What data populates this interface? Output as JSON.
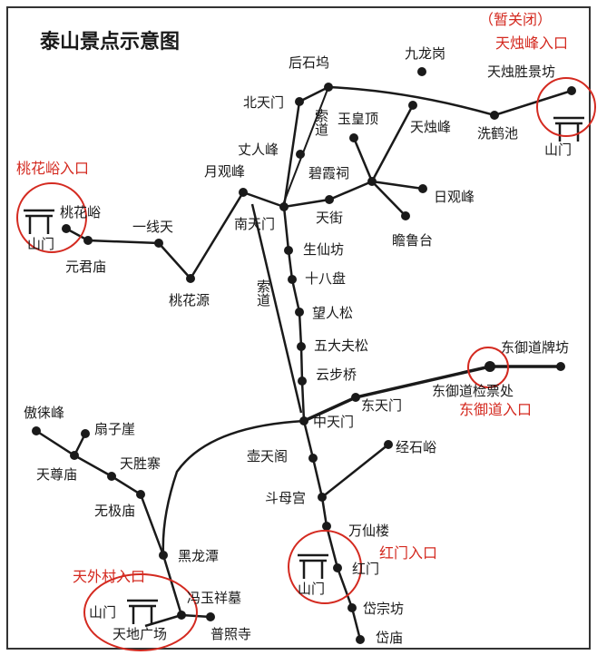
{
  "title": "泰山景点示意图",
  "places": {
    "houshiwu": "后石坞",
    "jiulonggang": "九龙岗",
    "tianzhushengjingfang": "天烛胜景坊",
    "beitianmen": "北天门",
    "yuhuangding": "玉皇顶",
    "tianzhufeng": "天烛峰",
    "xiheci": "洗鹤池",
    "zhangrenfeng": "丈人峰",
    "bixiaci": "碧霞祠",
    "yueguanfeng": "月观峰",
    "riguanfeng": "日观峰",
    "taohuayu": "桃花峪",
    "yixiantian": "一线天",
    "nantianmen": "南天门",
    "tianjie": "天街",
    "zhanlutai": "瞻鲁台",
    "yuanjunmiao": "元君庙",
    "shengxianfang": "生仙坊",
    "shibapan": "十八盘",
    "taohuayuan": "桃花源",
    "wangrensong": "望人松",
    "wudafusong": "五大夫松",
    "yunbuqiao": "云步桥",
    "dongyudaopaifang": "东御道牌坊",
    "dongtianmen": "东天门",
    "dongyudaojianpiaochu": "东御道检票处",
    "zhongtianmen": "中天门",
    "aolaifeng": "傲徕峰",
    "shanziya": "扇子崖",
    "hutiange": "壶天阁",
    "jingshiyu": "经石峪",
    "tianzunmiao": "天尊庙",
    "tianshengzhai": "天胜寨",
    "doumugong": "斗母宫",
    "wujimiao": "无极庙",
    "wanxianlou": "万仙楼",
    "heilongtan": "黑龙潭",
    "hongmen": "红门",
    "fengyuxiangmu": "冯玉祥墓",
    "tiandiguangchang": "天地广场",
    "puzhaosi": "普照寺",
    "daizongfang": "岱宗坊",
    "daimiao": "岱庙"
  },
  "road_labels": {
    "suodao_upper": "索道",
    "suodao_lower": "索道"
  },
  "gates": {
    "gate_label": "山门"
  },
  "entrances": {
    "tianzhufeng_note": "（暂关闭）",
    "tianzhufeng": "天烛峰入口",
    "taohuayu": "桃花峪入口",
    "dongyudao": "东御道入口",
    "tianwaicun": "天外村入口",
    "hongmen": "红门入口"
  },
  "colors": {
    "route": "#1a1a1a",
    "highlight": "#d42a20",
    "background": "#ffffff"
  }
}
